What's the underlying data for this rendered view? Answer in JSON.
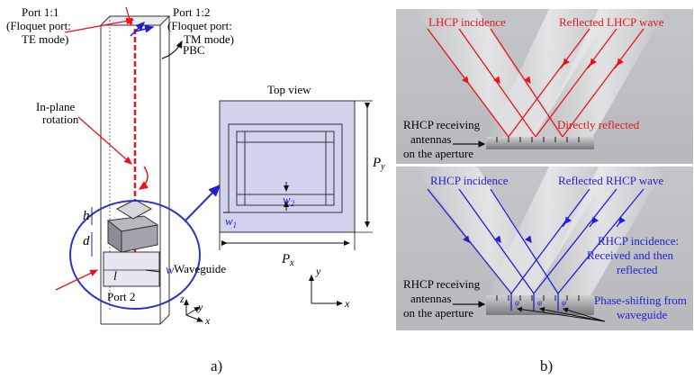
{
  "panel_a": {
    "port11_line1": "Port 1:1",
    "port11_line2": "(Floquet port:",
    "port11_line3": "TE mode)",
    "port12_line1": "Port 1:2",
    "port12_line2": "(Floquet port:",
    "port12_line3": "TM mode)",
    "pbc": "PBC",
    "inplane_line1": "In-plane",
    "inplane_line2": "rotation",
    "label_h": "h",
    "label_d": "d",
    "label_l": "l",
    "label_w": "w",
    "waveguide": "Waveguide",
    "port2": "Port 2",
    "axis_x": "x",
    "axis_y": "y",
    "axis_z": "z",
    "top_view": "Top view",
    "w1": "w",
    "w1_sub": "1",
    "w2": "w",
    "w2_sub": "2",
    "py": "P",
    "py_sub": "y",
    "px": "P",
    "px_sub": "x",
    "tv_axis_x": "x",
    "tv_axis_y": "y"
  },
  "panel_b": {
    "top": {
      "incidence": "LHCP incidence",
      "reflected": "Reflected LHCP wave",
      "rx_line1": "RHCP receiving",
      "rx_line2": "antennas",
      "rx_line3": "on the aperture",
      "direct": "Directly reflected"
    },
    "bottom": {
      "incidence": "RHCP incidence",
      "reflected": "Reflected RHCP wave",
      "rx_line1": "RHCP receiving",
      "rx_line2": "antennas",
      "rx_line3": "on the aperture",
      "note_line1": "RHCP incidence:",
      "note_line2": "Received and then",
      "note_line3": "reflected",
      "phase_line1": "Phase-shifting from",
      "phase_line2": "waveguide",
      "phi": "φ"
    }
  },
  "captions": {
    "a": "a)",
    "b": "b)"
  },
  "colors": {
    "red": "#e8141c",
    "blue": "#1f1fd6",
    "light_blue": "#d0d2ee",
    "panel_bg": "#c6c7c9"
  }
}
